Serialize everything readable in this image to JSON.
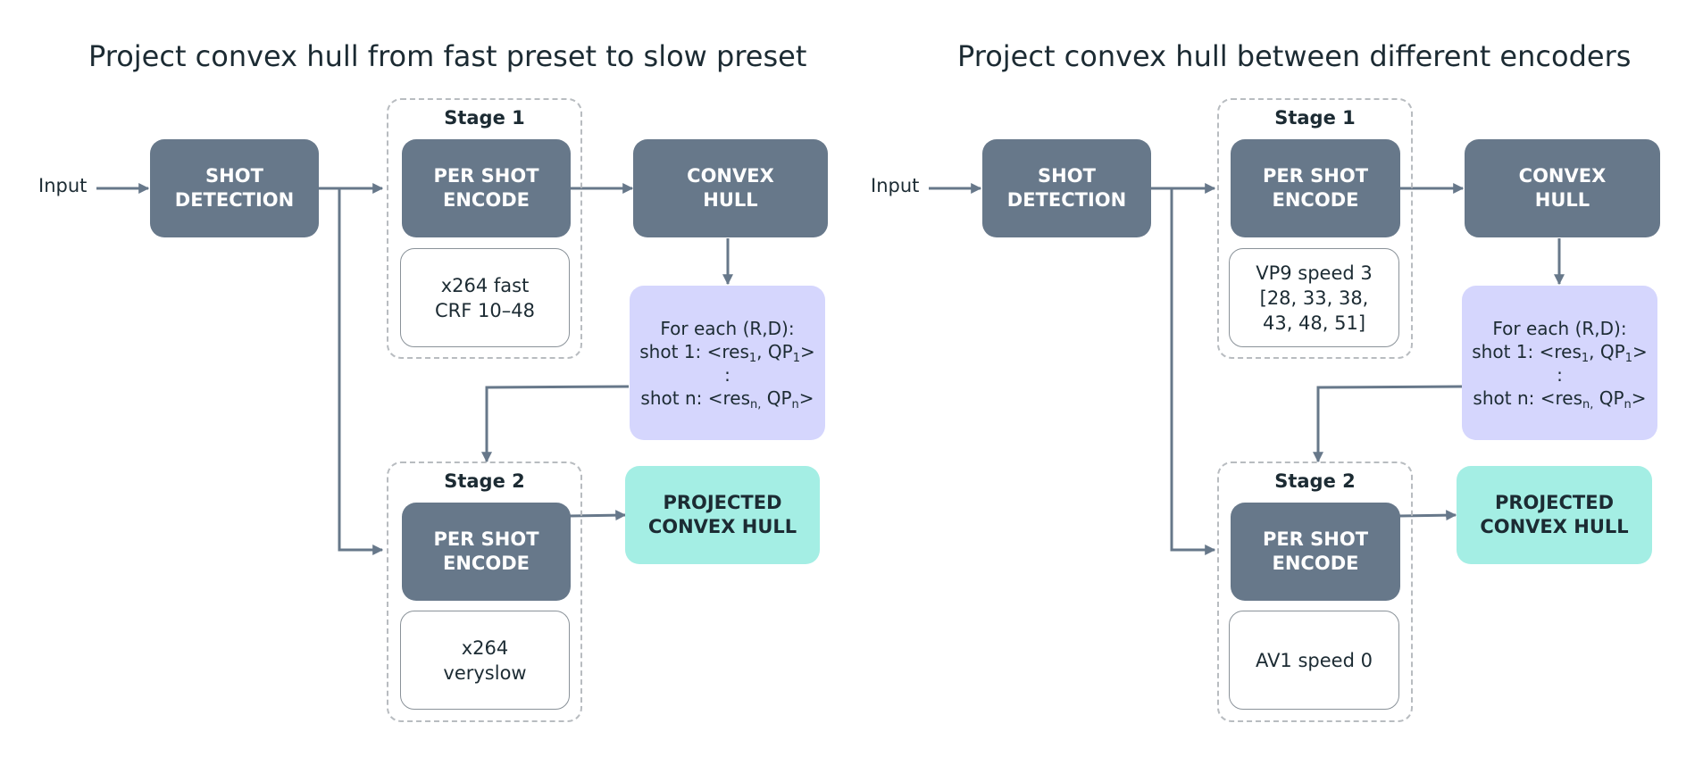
{
  "panels": [
    {
      "title": "Project convex hull from fast preset to slow preset",
      "input_label": "Input",
      "shot_detection": [
        "SHOT",
        "DETECTION"
      ],
      "stage1": {
        "label": "Stage 1",
        "encode": [
          "PER SHOT",
          "ENCODE"
        ],
        "params": [
          "x264 fast",
          "CRF 10–48"
        ]
      },
      "convex_hull": [
        "CONVEX",
        "HULL"
      ],
      "foreach": {
        "header": "For each (R,D):",
        "shot1_prefix": "shot 1: <res",
        "shot1_sub1": "1",
        "shot1_mid": ", QP",
        "shot1_sub2": "1",
        "shot1_suffix": ">",
        "ellipsis": ":",
        "shotn_prefix": "shot n: <res",
        "shotn_sub1": "n,",
        "shotn_mid": " QP",
        "shotn_sub2": "n",
        "shotn_suffix": ">"
      },
      "stage2": {
        "label": "Stage 2",
        "encode": [
          "PER SHOT",
          "ENCODE"
        ],
        "params": [
          "x264",
          "veryslow"
        ]
      },
      "projected": [
        "PROJECTED",
        "CONVEX HULL"
      ]
    },
    {
      "title": "Project convex hull between different encoders",
      "input_label": "Input",
      "shot_detection": [
        "SHOT",
        "DETECTION"
      ],
      "stage1": {
        "label": "Stage 1",
        "encode": [
          "PER SHOT",
          "ENCODE"
        ],
        "params": [
          "VP9 speed 3",
          "[28, 33, 38,",
          "43, 48, 51]"
        ]
      },
      "convex_hull": [
        "CONVEX",
        "HULL"
      ],
      "foreach": {
        "header": "For each (R,D):",
        "shot1_prefix": "shot 1: <res",
        "shot1_sub1": "1",
        "shot1_mid": ", QP",
        "shot1_sub2": "1",
        "shot1_suffix": ">",
        "ellipsis": ":",
        "shotn_prefix": "shot n: <res",
        "shotn_sub1": "n,",
        "shotn_mid": " QP",
        "shotn_sub2": "n",
        "shotn_suffix": ">"
      },
      "stage2": {
        "label": "Stage 2",
        "encode": [
          "PER SHOT",
          "ENCODE"
        ],
        "params": [
          "AV1 speed 0"
        ]
      },
      "projected": [
        "PROJECTED",
        "CONVEX HULL"
      ]
    }
  ],
  "colors": {
    "node_dark": "#67788a",
    "node_lilac": "#d5d6fd",
    "node_teal": "#a4eee4",
    "arrow": "#67788a",
    "stage_border": "#b8bcc0",
    "text": "#1c2b33"
  }
}
